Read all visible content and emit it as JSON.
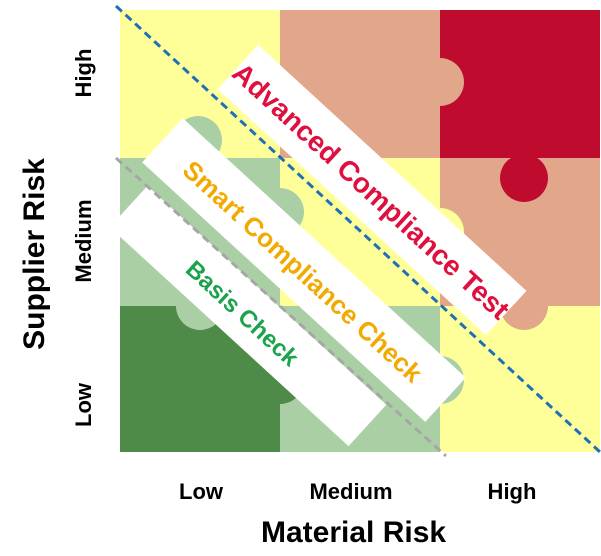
{
  "x_axis": {
    "title": "Material Risk",
    "ticks": [
      "Low",
      "Medium",
      "High"
    ]
  },
  "y_axis": {
    "title": "Supplier Risk",
    "ticks": [
      "High",
      "Medium",
      "Low"
    ]
  },
  "grid": {
    "rows": [
      "High",
      "Medium",
      "Low"
    ],
    "cols": [
      "Low",
      "Medium",
      "High"
    ],
    "cell_colors": [
      [
        "#FFFF99",
        "#E2A78A",
        "#BE0B2E"
      ],
      [
        "#ABCFA5",
        "#FFFF99",
        "#E2A78A"
      ],
      [
        "#4E8A48",
        "#ABCFA5",
        "#FFFF99"
      ]
    ]
  },
  "bands": [
    {
      "label": "Advanced Compliance Test",
      "text_color": "#E0103E"
    },
    {
      "label": "Smart Compliance Check",
      "text_color": "#F2A900"
    },
    {
      "label": "Basis Check",
      "text_color": "#1AA34A"
    }
  ],
  "divider_lines": [
    {
      "style": "dashed",
      "color": "#1F6FB8"
    },
    {
      "style": "dashed",
      "color": "#A6A6A6"
    }
  ]
}
